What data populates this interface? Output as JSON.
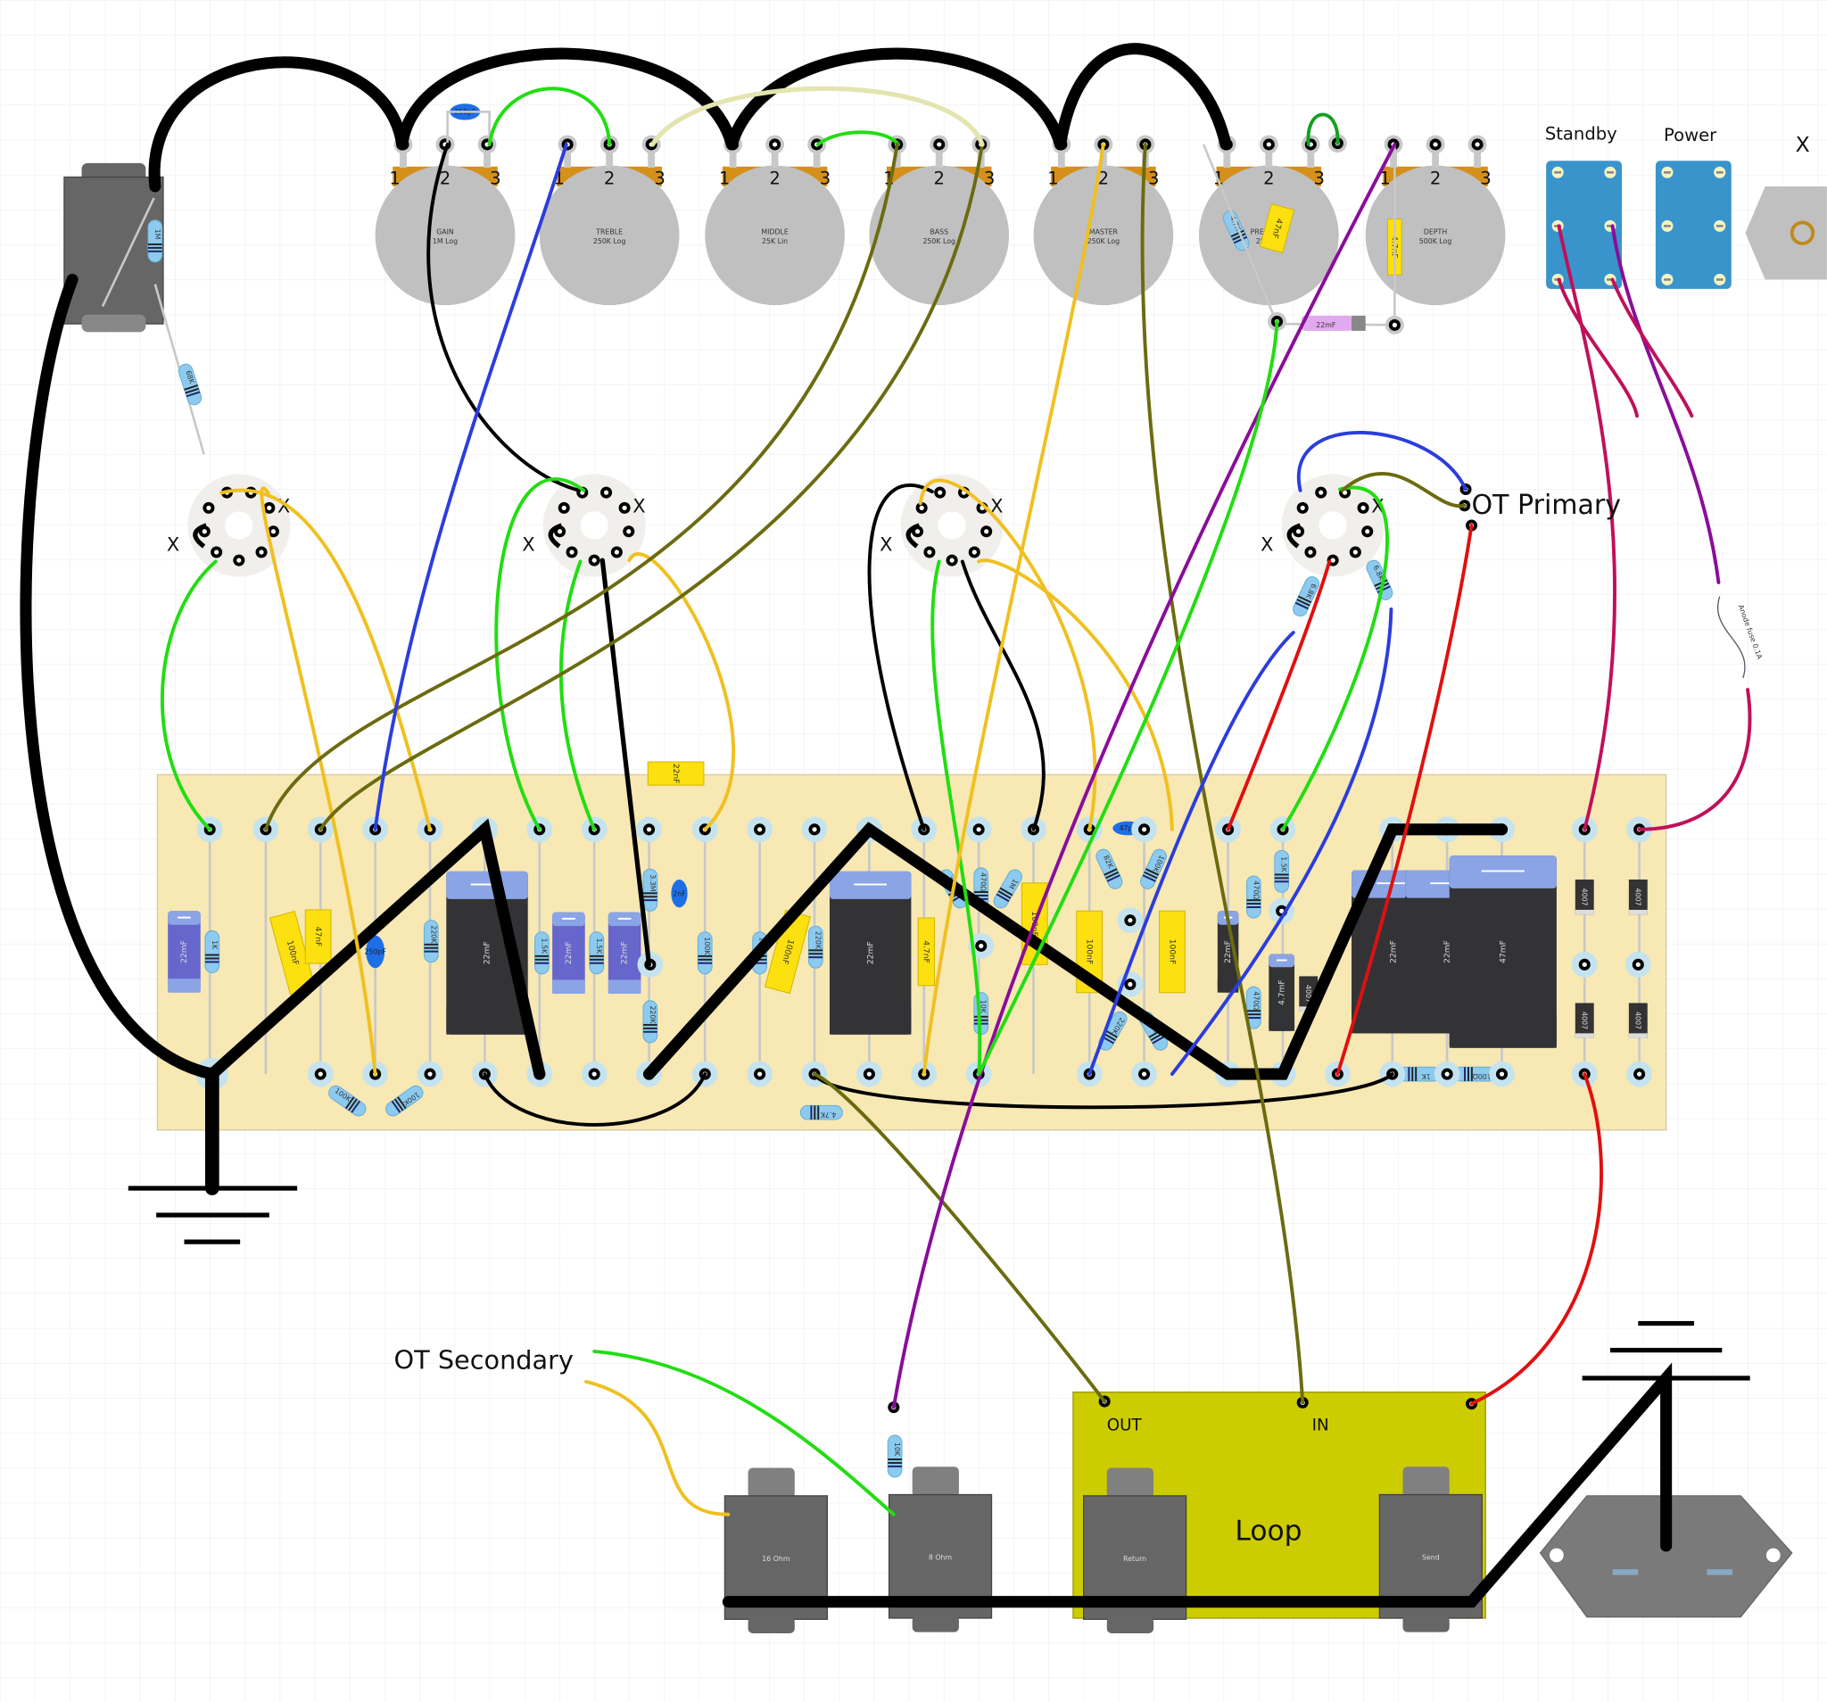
{
  "diagram": {
    "title_labels": {
      "ot_primary": "OT Primary",
      "ot_secondary": "OT Secondary",
      "standby": "Standby",
      "power": "Power",
      "x_marker": "X",
      "loop": "Loop",
      "loop_out": "OUT",
      "loop_in": "IN"
    },
    "pots": [
      {
        "name": "GAIN",
        "value": "1M Log",
        "pins": [
          "1",
          "2",
          "3"
        ]
      },
      {
        "name": "TREBLE",
        "value": "250K Log",
        "pins": [
          "1",
          "2",
          "3"
        ]
      },
      {
        "name": "MIDDLE",
        "value": "25K Lin",
        "pins": [
          "1",
          "2",
          "3"
        ]
      },
      {
        "name": "BASS",
        "value": "250K Log",
        "pins": [
          "1",
          "2",
          "3"
        ]
      },
      {
        "name": "MASTER",
        "value": "250K Log",
        "pins": [
          "1",
          "2",
          "3"
        ]
      },
      {
        "name": "PRESENCE",
        "value": "25K Lin",
        "pins": [
          "1",
          "2",
          "3"
        ]
      },
      {
        "name": "DEPTH",
        "value": "500K Log",
        "pins": [
          "1",
          "2",
          "3"
        ]
      }
    ],
    "pot_parts": {
      "gain_cap": "250pF",
      "presence_resistor": "4.7K",
      "presence_cap": "47nF",
      "depth_cap": "4.7nF",
      "depth_elco": "22mF"
    },
    "input_jack": {
      "resistor_1": "1M",
      "resistor_2": "68K"
    },
    "tube_sockets": [
      {
        "x_labels": [
          "X",
          "X"
        ]
      },
      {
        "x_labels": [
          "X",
          "X"
        ]
      },
      {
        "x_labels": [
          "X",
          "X"
        ]
      },
      {
        "x_labels": [
          "X",
          "X"
        ],
        "screen_resistors": [
          "6.8K",
          "6.8K"
        ]
      }
    ],
    "fuse": {
      "label": "Anode fuse 0.1A"
    },
    "board": {
      "components": [
        {
          "type": "elco",
          "value": "22mF"
        },
        {
          "type": "resistor",
          "value": "1K"
        },
        {
          "type": "film",
          "value": "100nF"
        },
        {
          "type": "film",
          "value": "47nF"
        },
        {
          "type": "ceramic",
          "value": "250pF"
        },
        {
          "type": "resistor",
          "value": "220K"
        },
        {
          "type": "big_elco",
          "value": "22mF"
        },
        {
          "type": "resistor",
          "value": "1.5K"
        },
        {
          "type": "elco",
          "value": "22mF"
        },
        {
          "type": "resistor",
          "value": "1.5K"
        },
        {
          "type": "elco",
          "value": "22mF"
        },
        {
          "type": "resistor",
          "value": "3.3M"
        },
        {
          "type": "ceramic",
          "value": "2nF"
        },
        {
          "type": "resistor",
          "value": "220K"
        },
        {
          "type": "film",
          "value": "22nF"
        },
        {
          "type": "resistor",
          "value": "100K"
        },
        {
          "type": "resistor",
          "value": "100K"
        },
        {
          "type": "film",
          "value": "100nF"
        },
        {
          "type": "resistor",
          "value": "220K"
        },
        {
          "type": "big_elco",
          "value": "22mF"
        },
        {
          "type": "film",
          "value": "4.7nF"
        },
        {
          "type": "resistor",
          "value": "4.7K"
        },
        {
          "type": "resistor",
          "value": "1M"
        },
        {
          "type": "resistor",
          "value": "470Ω"
        },
        {
          "type": "resistor",
          "value": "1M"
        },
        {
          "type": "film",
          "value": "100nF"
        },
        {
          "type": "resistor",
          "value": "10K"
        },
        {
          "type": "ceramic",
          "value": "47pF"
        },
        {
          "type": "resistor",
          "value": "82K"
        },
        {
          "type": "resistor",
          "value": "100K"
        },
        {
          "type": "film",
          "value": "100nF"
        },
        {
          "type": "film",
          "value": "100nF"
        },
        {
          "type": "resistor",
          "value": "220K"
        },
        {
          "type": "resistor",
          "value": "220K"
        },
        {
          "type": "elco",
          "value": "22mF"
        },
        {
          "type": "resistor",
          "value": "470Ω"
        },
        {
          "type": "resistor",
          "value": "470Ω"
        },
        {
          "type": "resistor",
          "value": "1.5K"
        },
        {
          "type": "elco",
          "value": "4.7mF"
        },
        {
          "type": "diode",
          "value": "4007"
        },
        {
          "type": "big_elco",
          "value": "22mF"
        },
        {
          "type": "big_elco",
          "value": "22mF"
        },
        {
          "type": "big_elco",
          "value": "47mF"
        },
        {
          "type": "resistor",
          "value": "1K"
        },
        {
          "type": "resistor",
          "value": "100Ω"
        },
        {
          "type": "diode",
          "value": "4007"
        },
        {
          "type": "diode",
          "value": "4007"
        },
        {
          "type": "diode",
          "value": "4007"
        },
        {
          "type": "diode",
          "value": "4007"
        },
        {
          "type": "resistor",
          "value": "100K"
        },
        {
          "type": "resistor",
          "value": "100K"
        }
      ]
    },
    "jacks": [
      {
        "label": "16 Ohm"
      },
      {
        "label": "8 Ohm"
      },
      {
        "label": "Return"
      },
      {
        "label": "Send"
      }
    ],
    "jack_resistor": "10K",
    "colors": {
      "board": "#f7e8b4",
      "pot_body": "#c0c0c0",
      "pot_tab": "#d4901a",
      "switch": "#3a94cc",
      "loop_board": "#cccc00",
      "wire_green": "#22dd11",
      "wire_yellow": "#f0c020",
      "wire_olive": "#6b6b10",
      "wire_blue": "#2b3ddd",
      "wire_red": "#e01010",
      "wire_purple": "#8a0d9a",
      "wire_magenta": "#c0105a"
    }
  }
}
